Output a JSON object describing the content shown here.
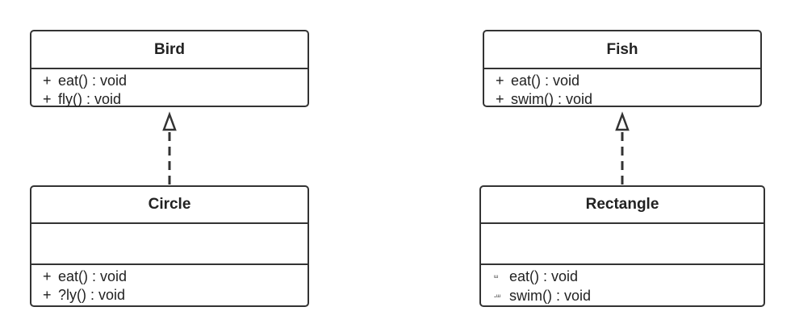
{
  "classes": {
    "bird": {
      "name": "Bird",
      "methods": [
        {
          "visibility": "+",
          "signature": "eat() : void"
        },
        {
          "visibility": "+",
          "signature": "fly() : void"
        }
      ]
    },
    "fish": {
      "name": "Fish",
      "methods": [
        {
          "visibility": "+",
          "signature": "eat() : void"
        },
        {
          "visibility": "+",
          "signature": "swim() : void"
        }
      ]
    },
    "circle": {
      "name": "Circle",
      "methods": [
        {
          "visibility": "+",
          "signature": "eat() : void"
        },
        {
          "visibility": "+",
          "signature": "?ly() : void"
        }
      ]
    },
    "rectangle": {
      "name": "Rectangle",
      "methods": [
        {
          "visibility": "ᵚ",
          "signature": "eat() : void"
        },
        {
          "visibility": "-ᵚ",
          "signature": "swim() : void"
        }
      ]
    }
  },
  "relationships": [
    {
      "type": "realization",
      "from": "Circle",
      "to": "Bird"
    },
    {
      "type": "realization",
      "from": "Rectangle",
      "to": "Fish"
    }
  ],
  "colors": {
    "line": "#333333",
    "fill": "#ffffff"
  }
}
